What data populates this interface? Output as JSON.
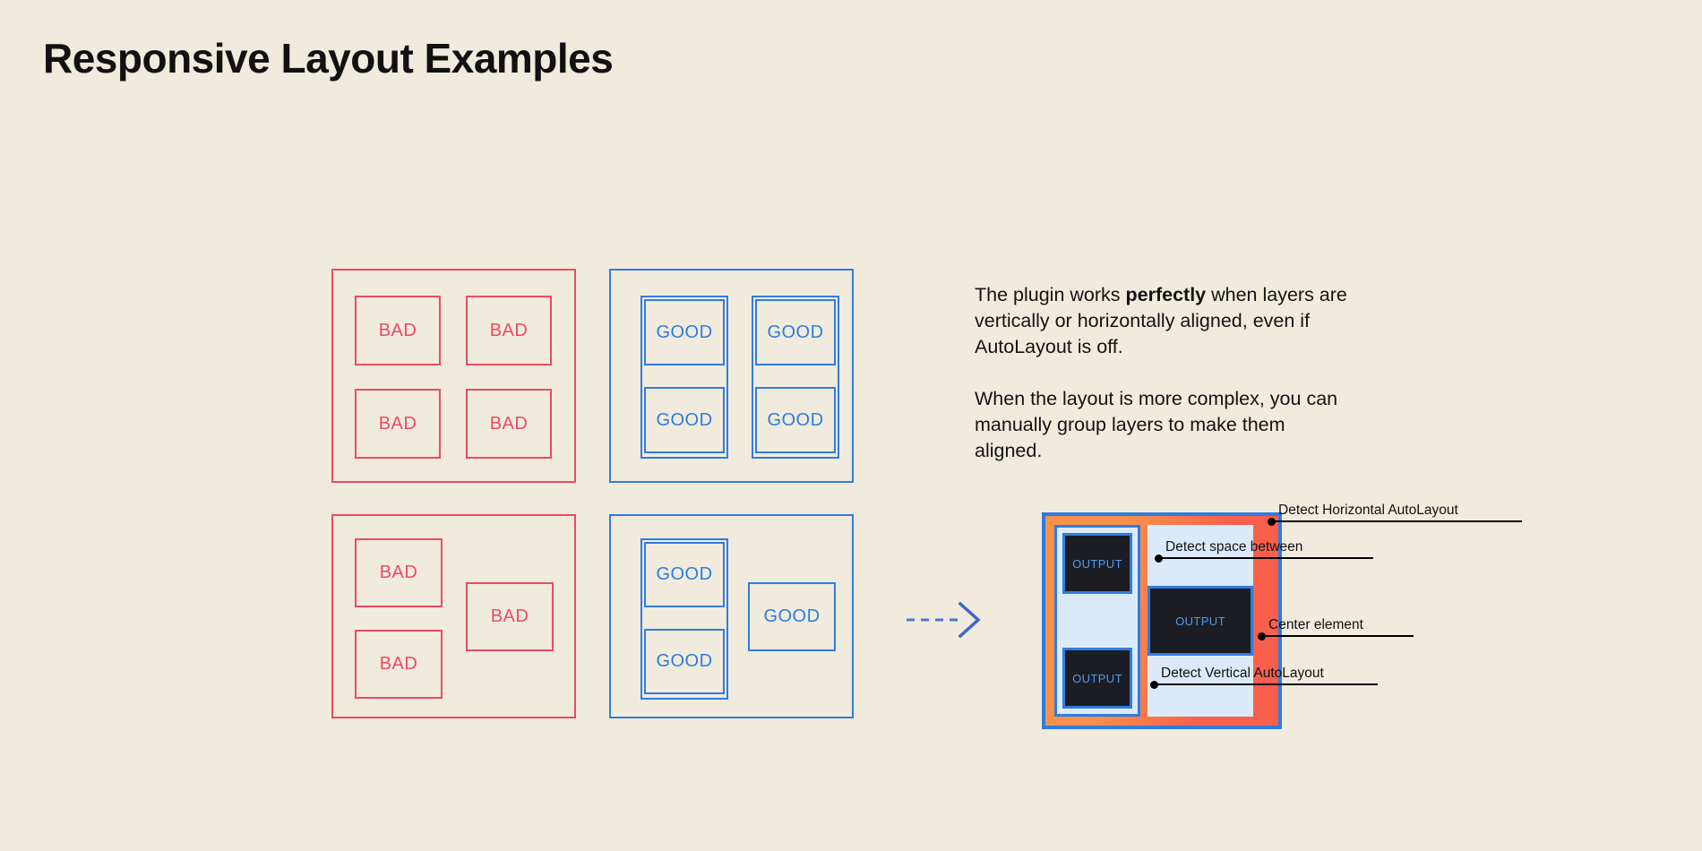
{
  "page": {
    "title": "Responsive Layout Examples",
    "background_color": "#f0ebdd",
    "bad_color": "#ee4a62",
    "good_color": "#2f7ce0",
    "text_color": "#131313"
  },
  "examples": {
    "bad_label": "BAD",
    "good_label": "GOOD",
    "groups": [
      {
        "id": "bad-grid",
        "kind": "bad",
        "cells": [
          "BAD",
          "BAD",
          "BAD",
          "BAD"
        ]
      },
      {
        "id": "good-grid",
        "kind": "good",
        "cells": [
          "GOOD",
          "GOOD",
          "GOOD",
          "GOOD"
        ]
      },
      {
        "id": "bad-scatter",
        "kind": "bad",
        "cells": [
          "BAD",
          "BAD",
          "BAD"
        ]
      },
      {
        "id": "good-scatter",
        "kind": "good",
        "cells": [
          "GOOD",
          "GOOD",
          "GOOD"
        ]
      }
    ]
  },
  "copy": {
    "paragraph_1_part_1": "The plugin works ",
    "paragraph_1_bold": "perfectly",
    "paragraph_1_part_2": " when layers are vertically or horizontally aligned, even if AutoLayout is off.",
    "paragraph_2": "When the layout is more complex, you can manually group layers to make them aligned."
  },
  "arrow": {
    "icon": "dashed-arrow-right-icon",
    "color": "#3f6fd6"
  },
  "diagram": {
    "output_label": "OUTPUT",
    "outputs": [
      "OUTPUT",
      "OUTPUT",
      "OUTPUT"
    ],
    "frame_border_color": "#2f7ce0",
    "fill_gradient_from": "#f7914b",
    "fill_gradient_to": "#f8604c",
    "panel_color": "#dbeafb",
    "box_color": "#1b1d23",
    "annotations": [
      {
        "id": "detect-horizontal-autolayout",
        "label": "Detect Horizontal AutoLayout"
      },
      {
        "id": "detect-space-between",
        "label": "Detect space between"
      },
      {
        "id": "center-element",
        "label": "Center element"
      },
      {
        "id": "detect-vertical-autolayout",
        "label": "Detect Vertical AutoLayout"
      }
    ]
  }
}
